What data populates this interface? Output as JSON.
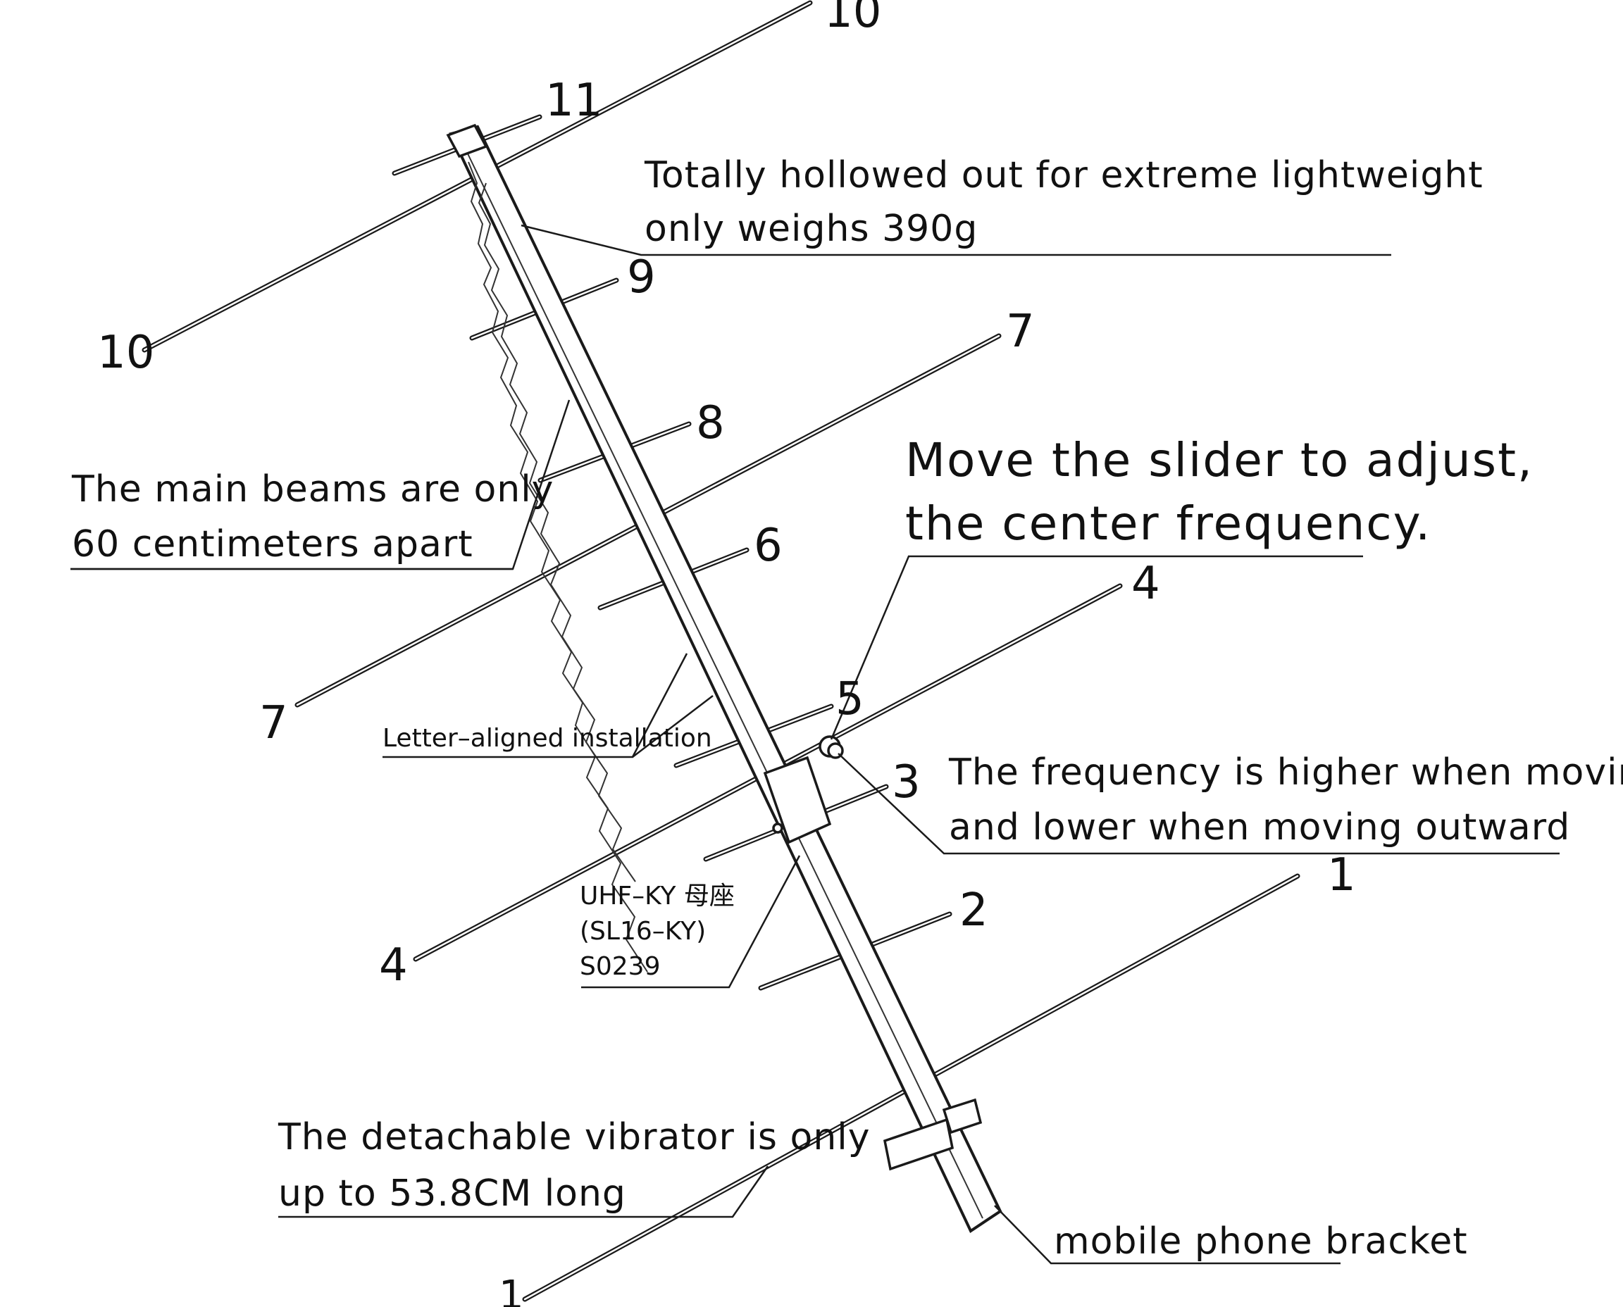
{
  "callouts": {
    "lightweight_line1": "Totally hollowed out for extreme lightweight",
    "lightweight_line2": "only weighs 390g",
    "beams_line1": "The main beams are only",
    "beams_line2": "60 centimeters apart",
    "slider_line1": "Move the slider to adjust,",
    "slider_line2": "the center frequency.",
    "letter_aligned": "Letter–aligned installation",
    "frequency_line1": "The frequency is higher when moving inward",
    "frequency_line2": "and lower when moving outward",
    "connector_line1": "UHF–KY 母座",
    "connector_line2": "(SL16–KY)",
    "connector_line3": "S0239",
    "vibrator_line1": "The detachable vibrator is only",
    "vibrator_line2": "up to 53.8CM long",
    "bracket": "mobile phone bracket"
  },
  "element_numbers": {
    "e10_top": "10",
    "e11": "11",
    "e10_left": "10",
    "e9": "9",
    "e7_right": "7",
    "e8": "8",
    "e6": "6",
    "e7_left": "7",
    "e4_right": "4",
    "e5": "5",
    "e3": "3",
    "e4_left": "4",
    "e2": "2",
    "e1_right": "1",
    "e1_left": "1"
  }
}
